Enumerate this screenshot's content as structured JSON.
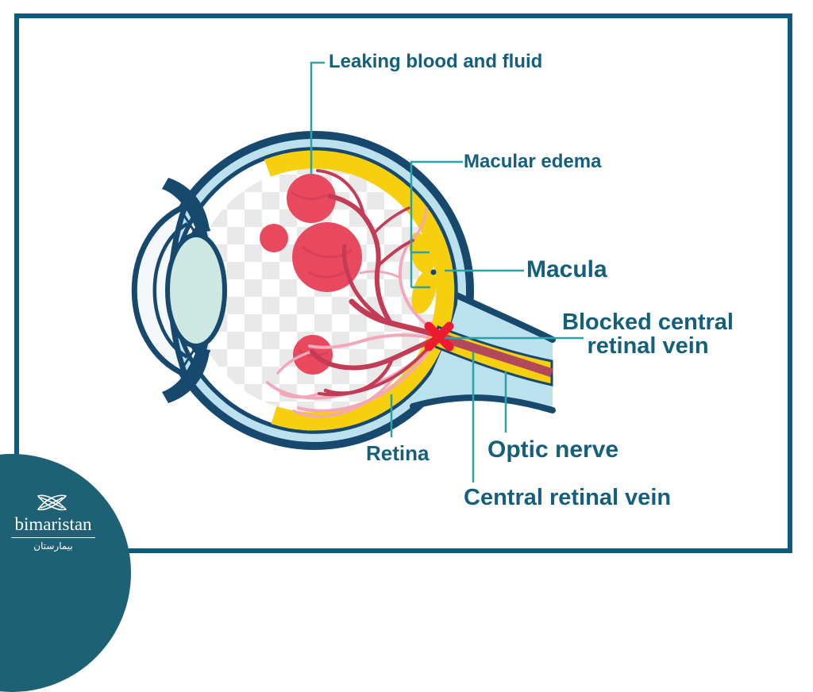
{
  "title": "Blocked central retinal vein eye diagram",
  "frame": {
    "border_color": "#0d5b7c"
  },
  "labels": {
    "leaking": "Leaking blood and fluid",
    "macular_edema": "Macular edema",
    "macula": "Macula",
    "blocked_line1": "Blocked central",
    "blocked_line2": "retinal vein",
    "optic_nerve": "Optic nerve",
    "central_retinal_vein": "Central retinal vein",
    "retina": "Retina"
  },
  "logo": {
    "name": "bimaristan",
    "name_arabic": "بيمارستان",
    "icon": "crossed-leaves-icon",
    "circle_color": "#1e6175"
  },
  "colors": {
    "label_text": "#14607c",
    "leader_line": "#2aa3a8",
    "navy_outline": "#17496f",
    "sclera_blue": "#bce1ee",
    "retina_yellow": "#f6cf0e",
    "hemorrhage_red": "#e8495e",
    "vessel_dark": "#c33b54",
    "vessel_pink": "#f3a7ba",
    "vein_maroon": "#b2495b",
    "blockage_x": "#ee1b2e",
    "lens_fill": "#cde8e2",
    "cornea_fill": "#f5f8fa"
  }
}
